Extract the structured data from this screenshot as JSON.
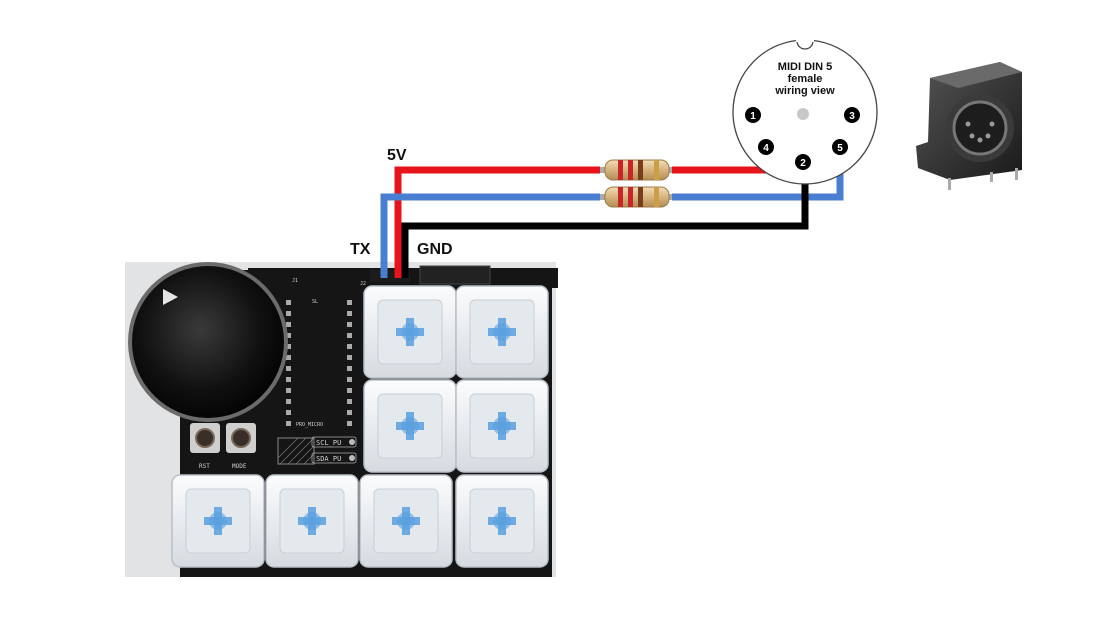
{
  "wire_labels": {
    "vcc": "5V",
    "tx": "TX",
    "gnd": "GND"
  },
  "din": {
    "title_line1": "MIDI DIN 5",
    "title_line2": "female",
    "title_line3": "wiring view",
    "pins": [
      "1",
      "2",
      "3",
      "4",
      "5"
    ]
  },
  "pcb": {
    "buttons": [
      "RST",
      "MODE"
    ],
    "header_labels": [
      "SCL_PU",
      "SDA_PU"
    ],
    "silk": [
      "PRO_MICRO",
      "J1",
      "J2",
      "SL"
    ]
  },
  "colors": {
    "wire_5v": "#e8141b",
    "wire_tx": "#4a7ed0",
    "wire_gnd": "#000000",
    "pcb": "#141414",
    "key_cap": "#eef1f4",
    "switch_stem": "#5aa0e0"
  }
}
